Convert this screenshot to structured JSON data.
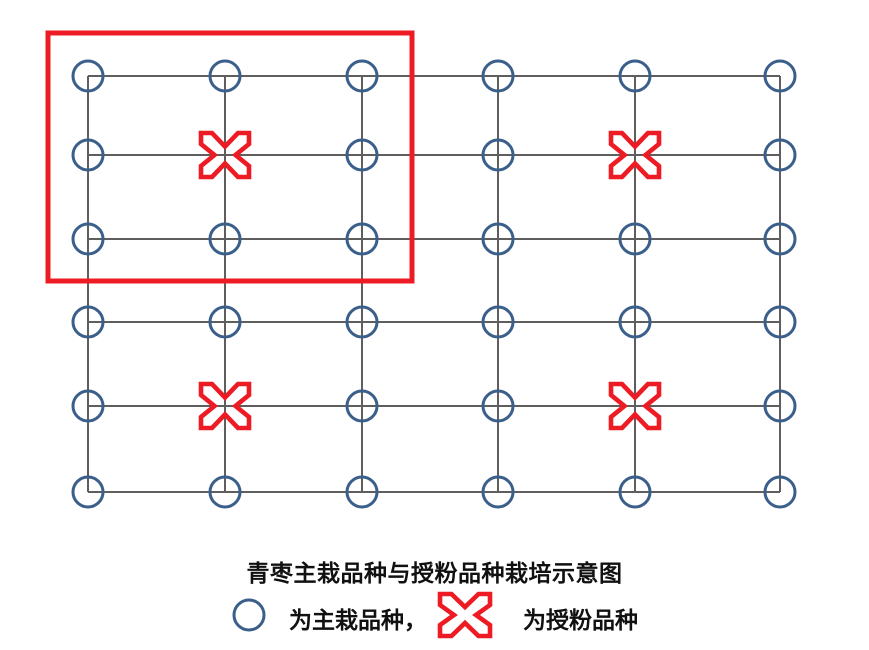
{
  "figure": {
    "kind": "orchard-planting-schematic",
    "title": "青枣主栽品种与授粉品种栽培示意图",
    "background_color": "#FFFFFF"
  },
  "caption": {
    "title": "青枣主栽品种与授粉品种栽培示意图",
    "legend_main_text": "为主栽品种，",
    "legend_pollinator_text": "为授粉品种",
    "legend_circle_icon": "circle-icon",
    "legend_cross_icon": "cross-x-icon"
  },
  "chart_data": {
    "type": "scatter",
    "title": "青枣主栽品种与授粉品种栽培示意图",
    "xlabel": "",
    "ylabel": "",
    "grid": true,
    "rows": 6,
    "columns": 6,
    "x": [
      88,
      225,
      362,
      498,
      635,
      780
    ],
    "y": [
      76,
      155,
      239,
      322,
      406,
      492
    ],
    "legend_position": "bottom",
    "series": [
      {
        "name": "为主栽品种",
        "marker": "circle",
        "color": "#3A5F8A",
        "points": [
          [
            0,
            0
          ],
          [
            1,
            0
          ],
          [
            2,
            0
          ],
          [
            3,
            0
          ],
          [
            4,
            0
          ],
          [
            5,
            0
          ],
          [
            0,
            1
          ],
          [
            2,
            1
          ],
          [
            3,
            1
          ],
          [
            5,
            1
          ],
          [
            0,
            2
          ],
          [
            1,
            2
          ],
          [
            2,
            2
          ],
          [
            3,
            2
          ],
          [
            4,
            2
          ],
          [
            5,
            2
          ],
          [
            0,
            3
          ],
          [
            1,
            3
          ],
          [
            2,
            3
          ],
          [
            3,
            3
          ],
          [
            4,
            3
          ],
          [
            5,
            3
          ],
          [
            0,
            4
          ],
          [
            2,
            4
          ],
          [
            3,
            4
          ],
          [
            5,
            4
          ],
          [
            0,
            5
          ],
          [
            1,
            5
          ],
          [
            2,
            5
          ],
          [
            3,
            5
          ],
          [
            4,
            5
          ],
          [
            5,
            5
          ]
        ]
      },
      {
        "name": "为授粉品种",
        "marker": "cross-x",
        "color": "#ED1C24",
        "points": [
          [
            1,
            1
          ],
          [
            4,
            1
          ],
          [
            1,
            4
          ],
          [
            4,
            4
          ]
        ]
      }
    ],
    "annotations": [
      {
        "name": "highlight-rectangle",
        "shape": "rectangle",
        "color": "#ED1C24",
        "stroke_width": 5,
        "x1": 48,
        "y1": 33,
        "x2": 412,
        "y2": 281,
        "covers_columns": [
          0,
          1,
          2
        ],
        "covers_rows": [
          0,
          1,
          2
        ]
      }
    ]
  },
  "colors": {
    "circle_stroke": "#3A5F8A",
    "cross_stroke": "#ED1C24",
    "highlight_stroke": "#ED1C24",
    "gridline": "#5E5E5E",
    "text": "#111111"
  },
  "geometry": {
    "circle_radius": 15,
    "circle_stroke_width": 3,
    "cross_half_width": 24,
    "cross_half_height": 22,
    "cross_stroke_width": 4.5,
    "gridline_width": 1.6
  }
}
